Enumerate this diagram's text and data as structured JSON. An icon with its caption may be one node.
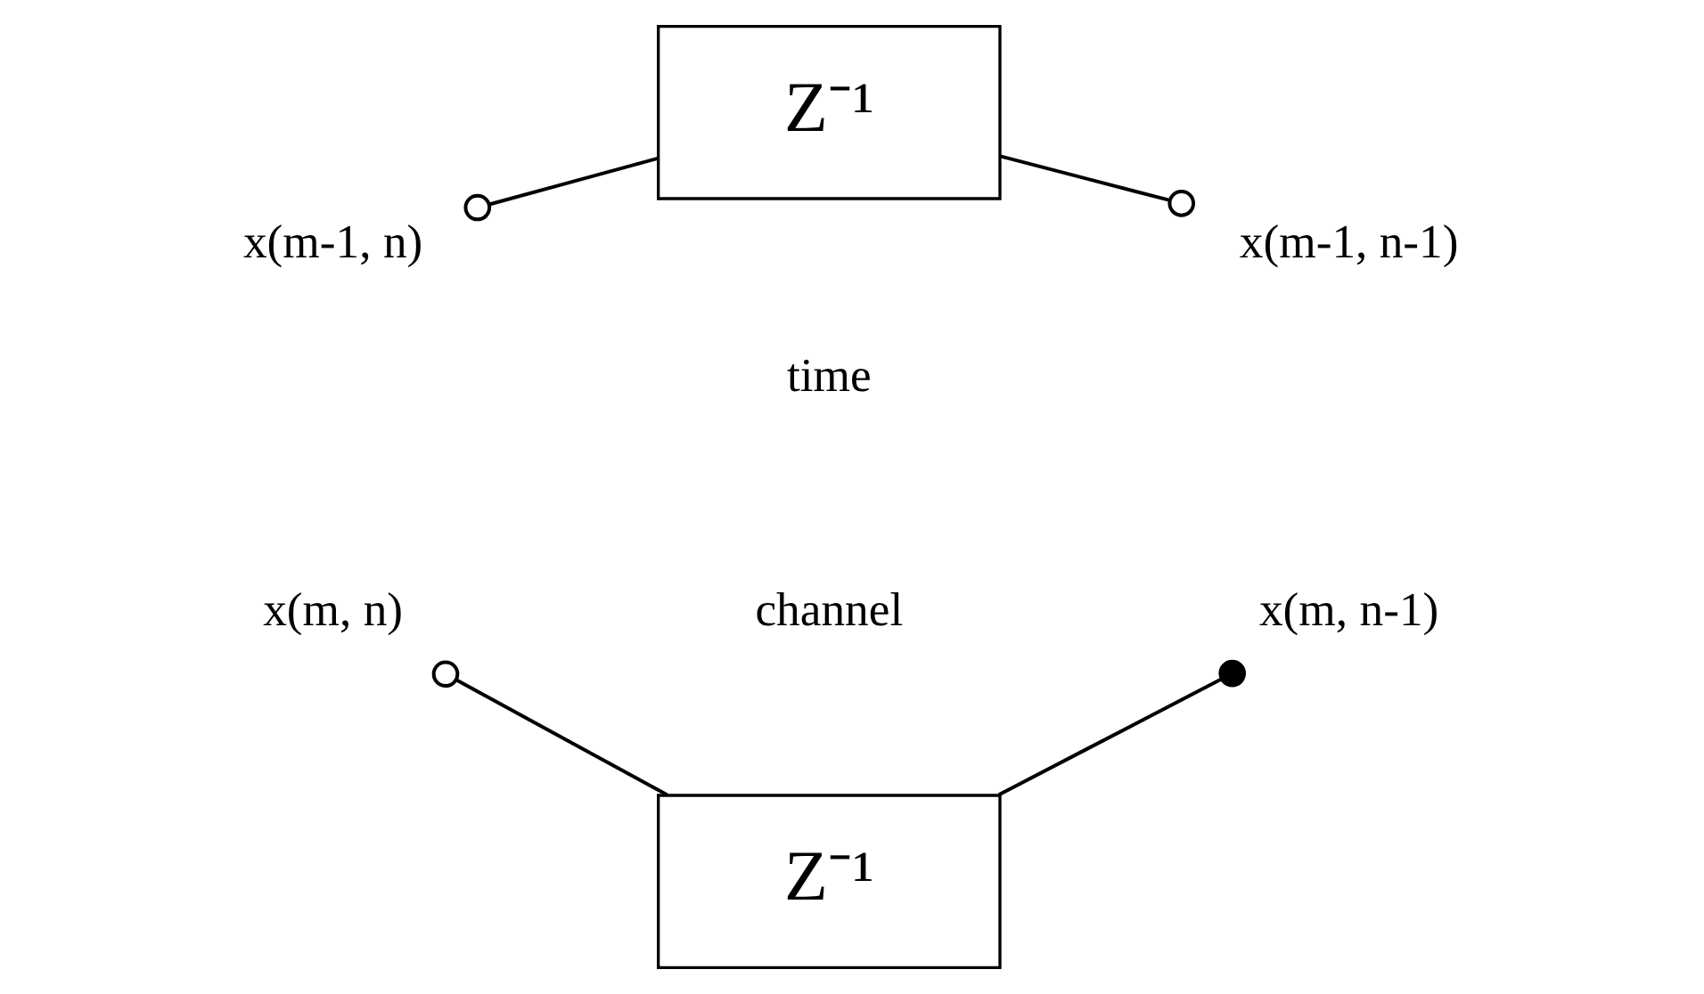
{
  "diagram": {
    "nodes": [
      {
        "text": [
          "x(m-1, n)"
        ]
      },
      {
        "text": [
          "Z⁻¹"
        ]
      },
      {
        "text": [
          "x(m-1, n-1)"
        ]
      },
      {
        "text": [
          "x(m, n)"
        ]
      },
      {
        "text": [
          "Z⁻¹"
        ]
      },
      {
        "text": [
          "x(m, n-1)"
        ]
      }
    ],
    "edges": [
      {
        "from": 0,
        "to": 1,
        "arrow": "other"
      },
      {
        "from": 1,
        "to": 2,
        "arrow": "other"
      },
      {
        "from": 3,
        "to": 4,
        "arrow": "other"
      },
      {
        "from": 4,
        "to": 5,
        "arrow": "other"
      }
    ],
    "labels": [
      "time",
      "channel"
    ]
  }
}
